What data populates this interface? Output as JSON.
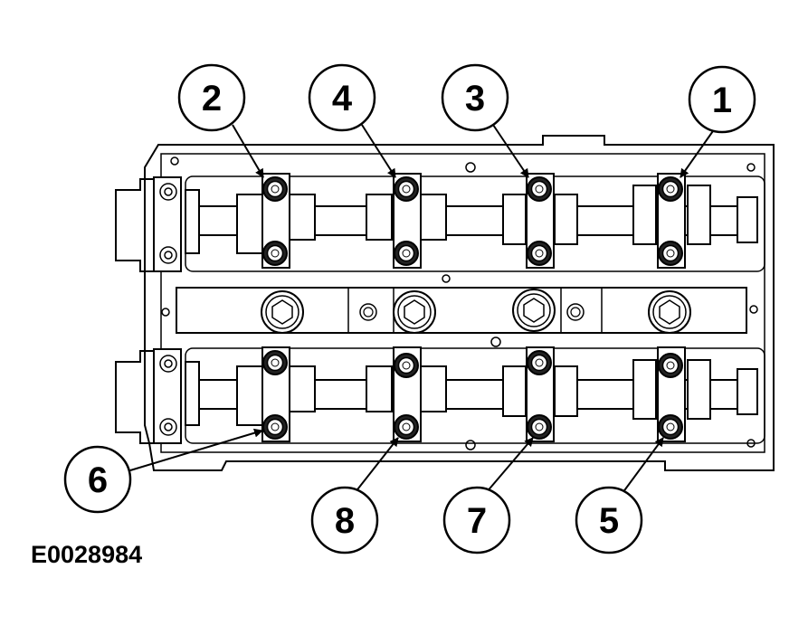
{
  "diagram": {
    "reference_code": "E0028984",
    "callouts": [
      {
        "label": "1"
      },
      {
        "label": "2"
      },
      {
        "label": "3"
      },
      {
        "label": "4"
      },
      {
        "label": "5"
      },
      {
        "label": "6"
      },
      {
        "label": "7"
      },
      {
        "label": "8"
      }
    ]
  }
}
